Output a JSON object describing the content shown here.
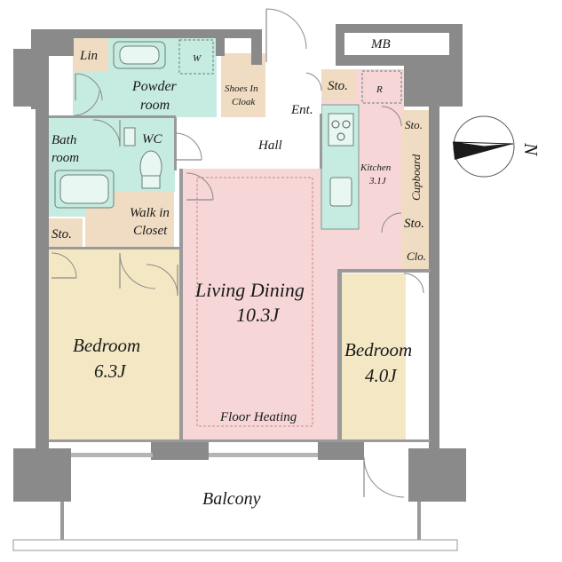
{
  "rooms": {
    "lin": "Lin",
    "washer": "W",
    "powder_line1": "Powder",
    "powder_line2": "room",
    "shoes_line1": "Shoes In",
    "shoes_line2": "Cloak",
    "sto_entry": "Sto.",
    "refrigerator": "R",
    "mb": "MB",
    "ent": "Ent.",
    "bath_line1": "Bath",
    "bath_line2": "room",
    "wc": "WC",
    "hall": "Hall",
    "kitchen_line1": "Kitchen",
    "kitchen_line2": "3.1J",
    "sto_kitchen_top": "Sto.",
    "cupboard": "Cupboard",
    "sto_kitchen_bottom": "Sto.",
    "clo": "Clo.",
    "walkin_line1": "Walk in",
    "walkin_line2": "Closet",
    "sto_left": "Sto.",
    "living_line1": "Living Dining",
    "living_line2": "10.3J",
    "floor_heating": "Floor Heating",
    "bedroom1_line1": "Bedroom",
    "bedroom1_line2": "6.3J",
    "bedroom2_line1": "Bedroom",
    "bedroom2_line2": "4.0J",
    "balcony": "Balcony"
  },
  "compass": {
    "label": "N",
    "icon": "compass-icon"
  },
  "colors": {
    "living": "#f6d6d6",
    "bedroom": "#f4e8c4",
    "wet": "#c6ebe0",
    "storage": "#efdcc2",
    "wall": "#8a8a8a"
  }
}
